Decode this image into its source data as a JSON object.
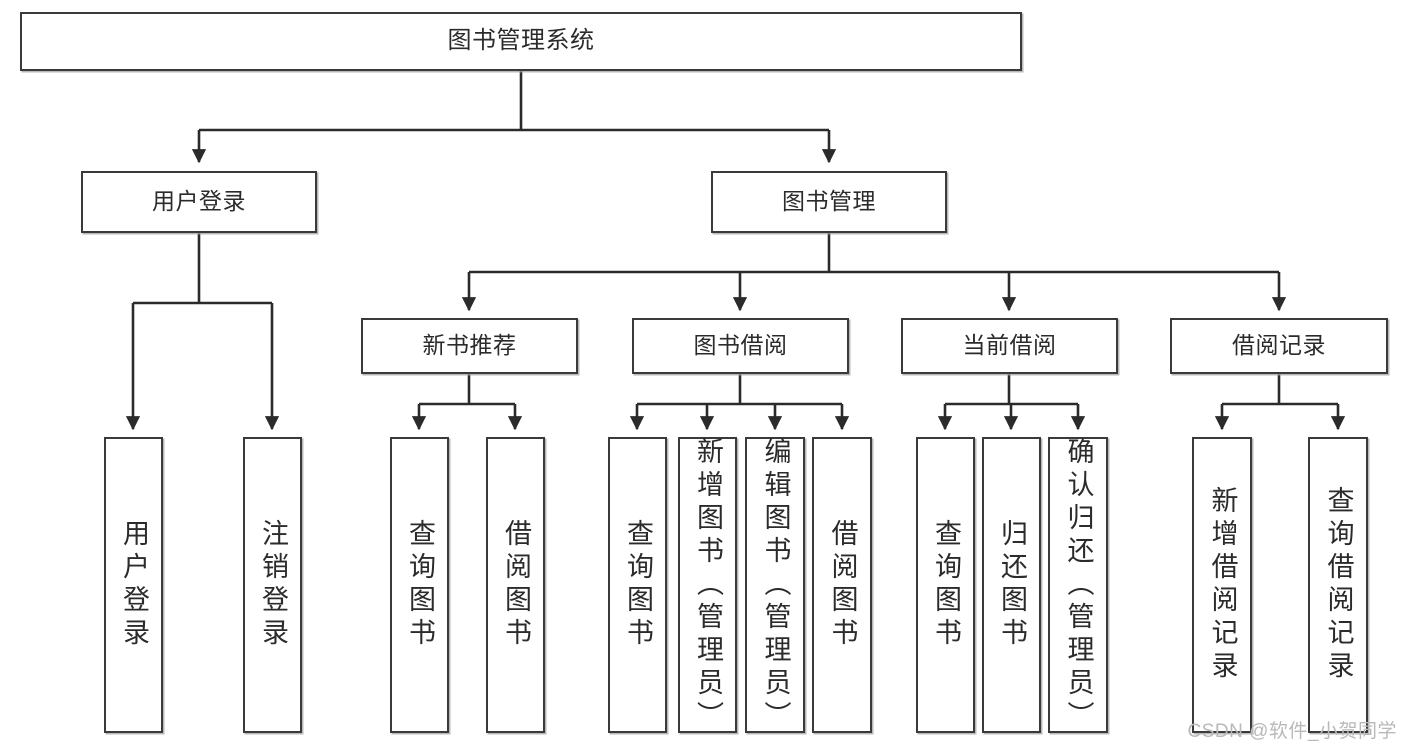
{
  "diagram": {
    "title": "图书管理系统",
    "watermark": "CSDN @软件_小贺同学",
    "colors": {
      "background": "#ffffff",
      "box_border": "#3a3a3a",
      "connector": "#2b2b2b",
      "text": "#2b2b2b",
      "watermark": "#b9b9b9"
    },
    "root": {
      "label": "图书管理系统"
    },
    "level2": [
      {
        "label": "用户登录"
      },
      {
        "label": "图书管理"
      }
    ],
    "level3": [
      {
        "label": "新书推荐"
      },
      {
        "label": "图书借阅"
      },
      {
        "label": "当前借阅"
      },
      {
        "label": "借阅记录"
      }
    ],
    "leaves": {
      "user_login": [
        {
          "label": "用户登录"
        },
        {
          "label": "注销登录"
        }
      ],
      "new_book_recommend": [
        {
          "label": "查询图书"
        },
        {
          "label": "借阅图书"
        }
      ],
      "book_borrow": [
        {
          "label": "查询图书"
        },
        {
          "label": "新增图书（管理员）"
        },
        {
          "label": "编辑图书（管理员）"
        },
        {
          "label": "借阅图书"
        }
      ],
      "current_borrow": [
        {
          "label": "查询图书"
        },
        {
          "label": "归还图书"
        },
        {
          "label": "确认归还（管理员）"
        }
      ],
      "borrow_record": [
        {
          "label": "新增借阅记录"
        },
        {
          "label": "查询借阅记录"
        }
      ]
    }
  }
}
